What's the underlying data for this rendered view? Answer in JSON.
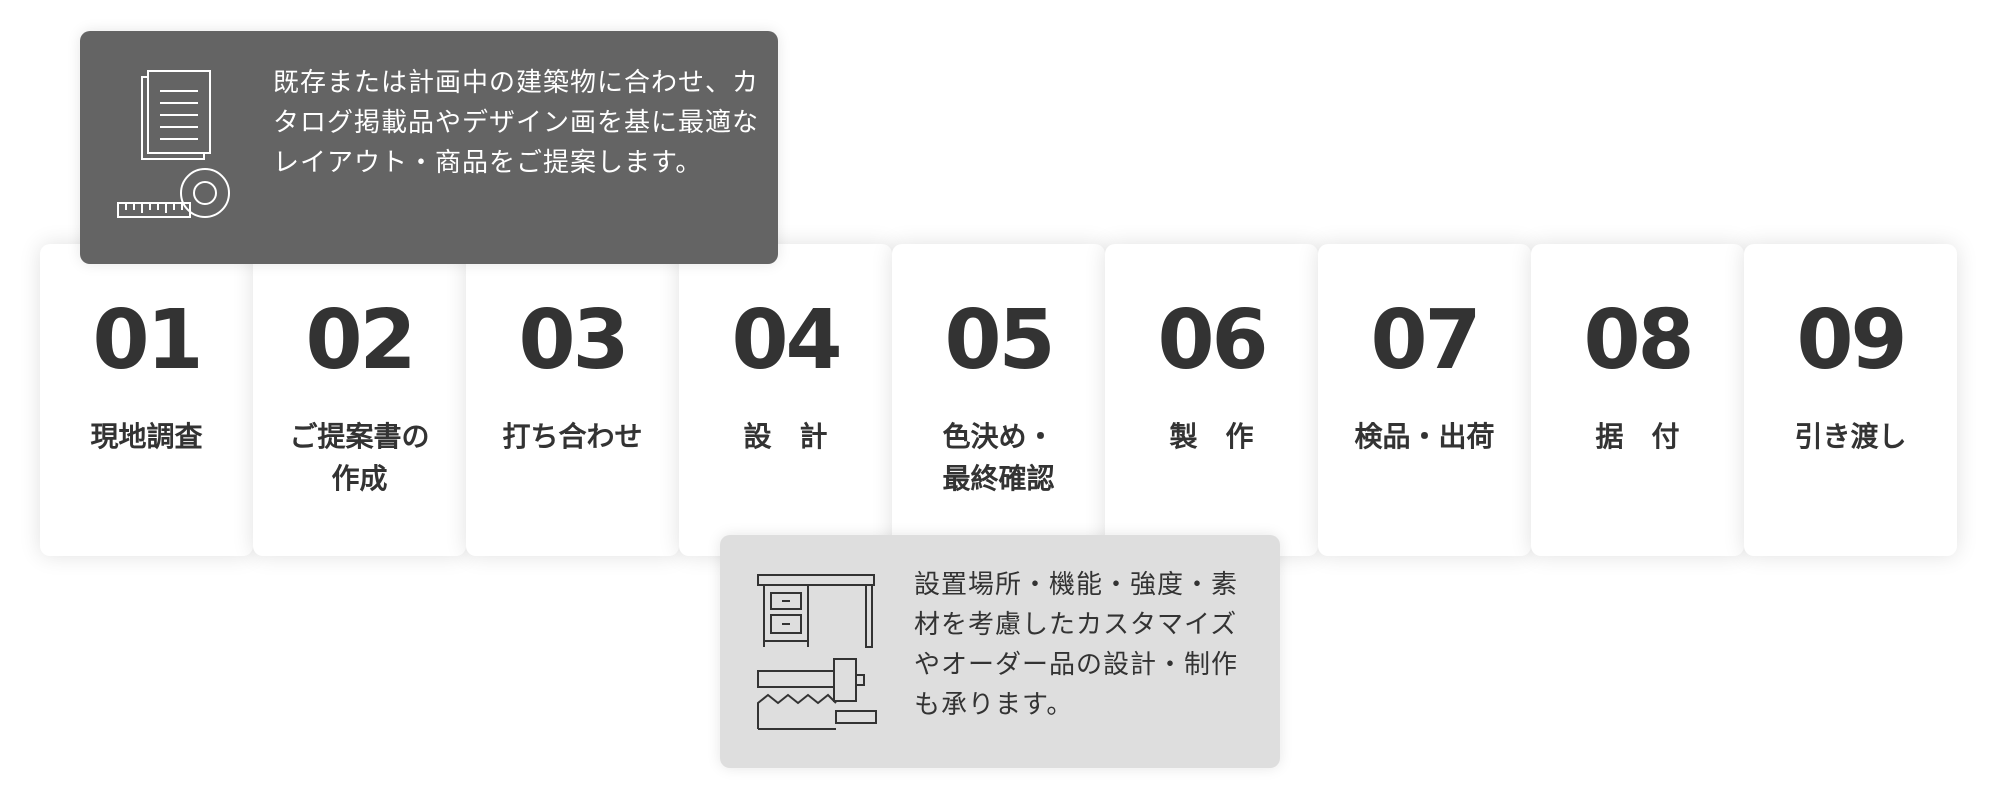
{
  "steps": [
    {
      "number": "01",
      "label": "現地調査"
    },
    {
      "number": "02",
      "label": "ご提案書の\n作成"
    },
    {
      "number": "03",
      "label": "打ち合わせ"
    },
    {
      "number": "04",
      "label": "設　計"
    },
    {
      "number": "05",
      "label": "色決め・\n最終確認"
    },
    {
      "number": "06",
      "label": "製　作"
    },
    {
      "number": "07",
      "label": "検品・出荷"
    },
    {
      "number": "08",
      "label": "据　付"
    },
    {
      "number": "09",
      "label": "引き渡し"
    }
  ],
  "callouts": {
    "survey": {
      "text": "既存または計画中の建築物に合わせ、カタログ掲載品やデザイン画を基に最適なレイアウト・商品をご提案します。",
      "icon": "document-and-tape-measure-icon"
    },
    "design": {
      "text": "設置場所・機能・強度・素材を考慮したカスタマイズやオーダー品の設計・制作も承ります。",
      "icon": "desk-and-hammer-icon"
    }
  },
  "colors": {
    "dark_callout": "#646464",
    "light_callout": "#dedede",
    "text": "#333333"
  }
}
